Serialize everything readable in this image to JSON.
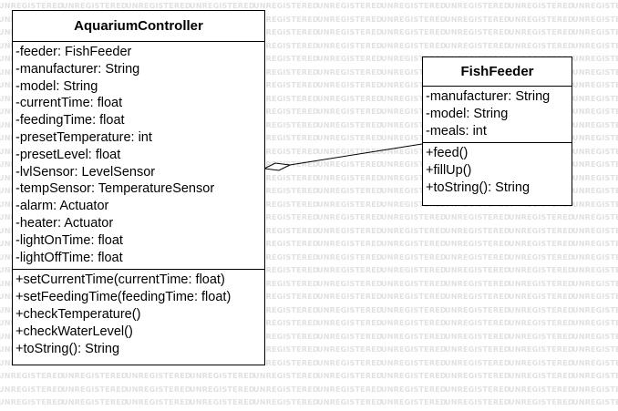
{
  "watermark": "UNREGISTERED",
  "classes": {
    "aquarium": {
      "name": "AquariumController",
      "attributes": [
        "-feeder: FishFeeder",
        "-manufacturer: String",
        "-model: String",
        "-currentTime: float",
        "-feedingTime: float",
        "-presetTemperature: int",
        "-presetLevel: float",
        "-lvlSensor: LevelSensor",
        "-tempSensor: TemperatureSensor",
        "-alarm: Actuator",
        "-heater: Actuator",
        "-lightOnTime: float",
        "-lightOffTime: float"
      ],
      "operations": [
        "+setCurrentTime(currentTime: float)",
        "+setFeedingTime(feedingTime: float)",
        "+checkTemperature()",
        "+checkWaterLevel()",
        "+toString(): String"
      ]
    },
    "feeder": {
      "name": "FishFeeder",
      "attributes": [
        "-manufacturer: String",
        "-model: String",
        "-meals: int"
      ],
      "operations": [
        "+feed()",
        "+fillUp()",
        "+toString(): String"
      ]
    }
  },
  "relationship": {
    "type": "aggregation",
    "from": "AquariumController",
    "to": "FishFeeder"
  }
}
